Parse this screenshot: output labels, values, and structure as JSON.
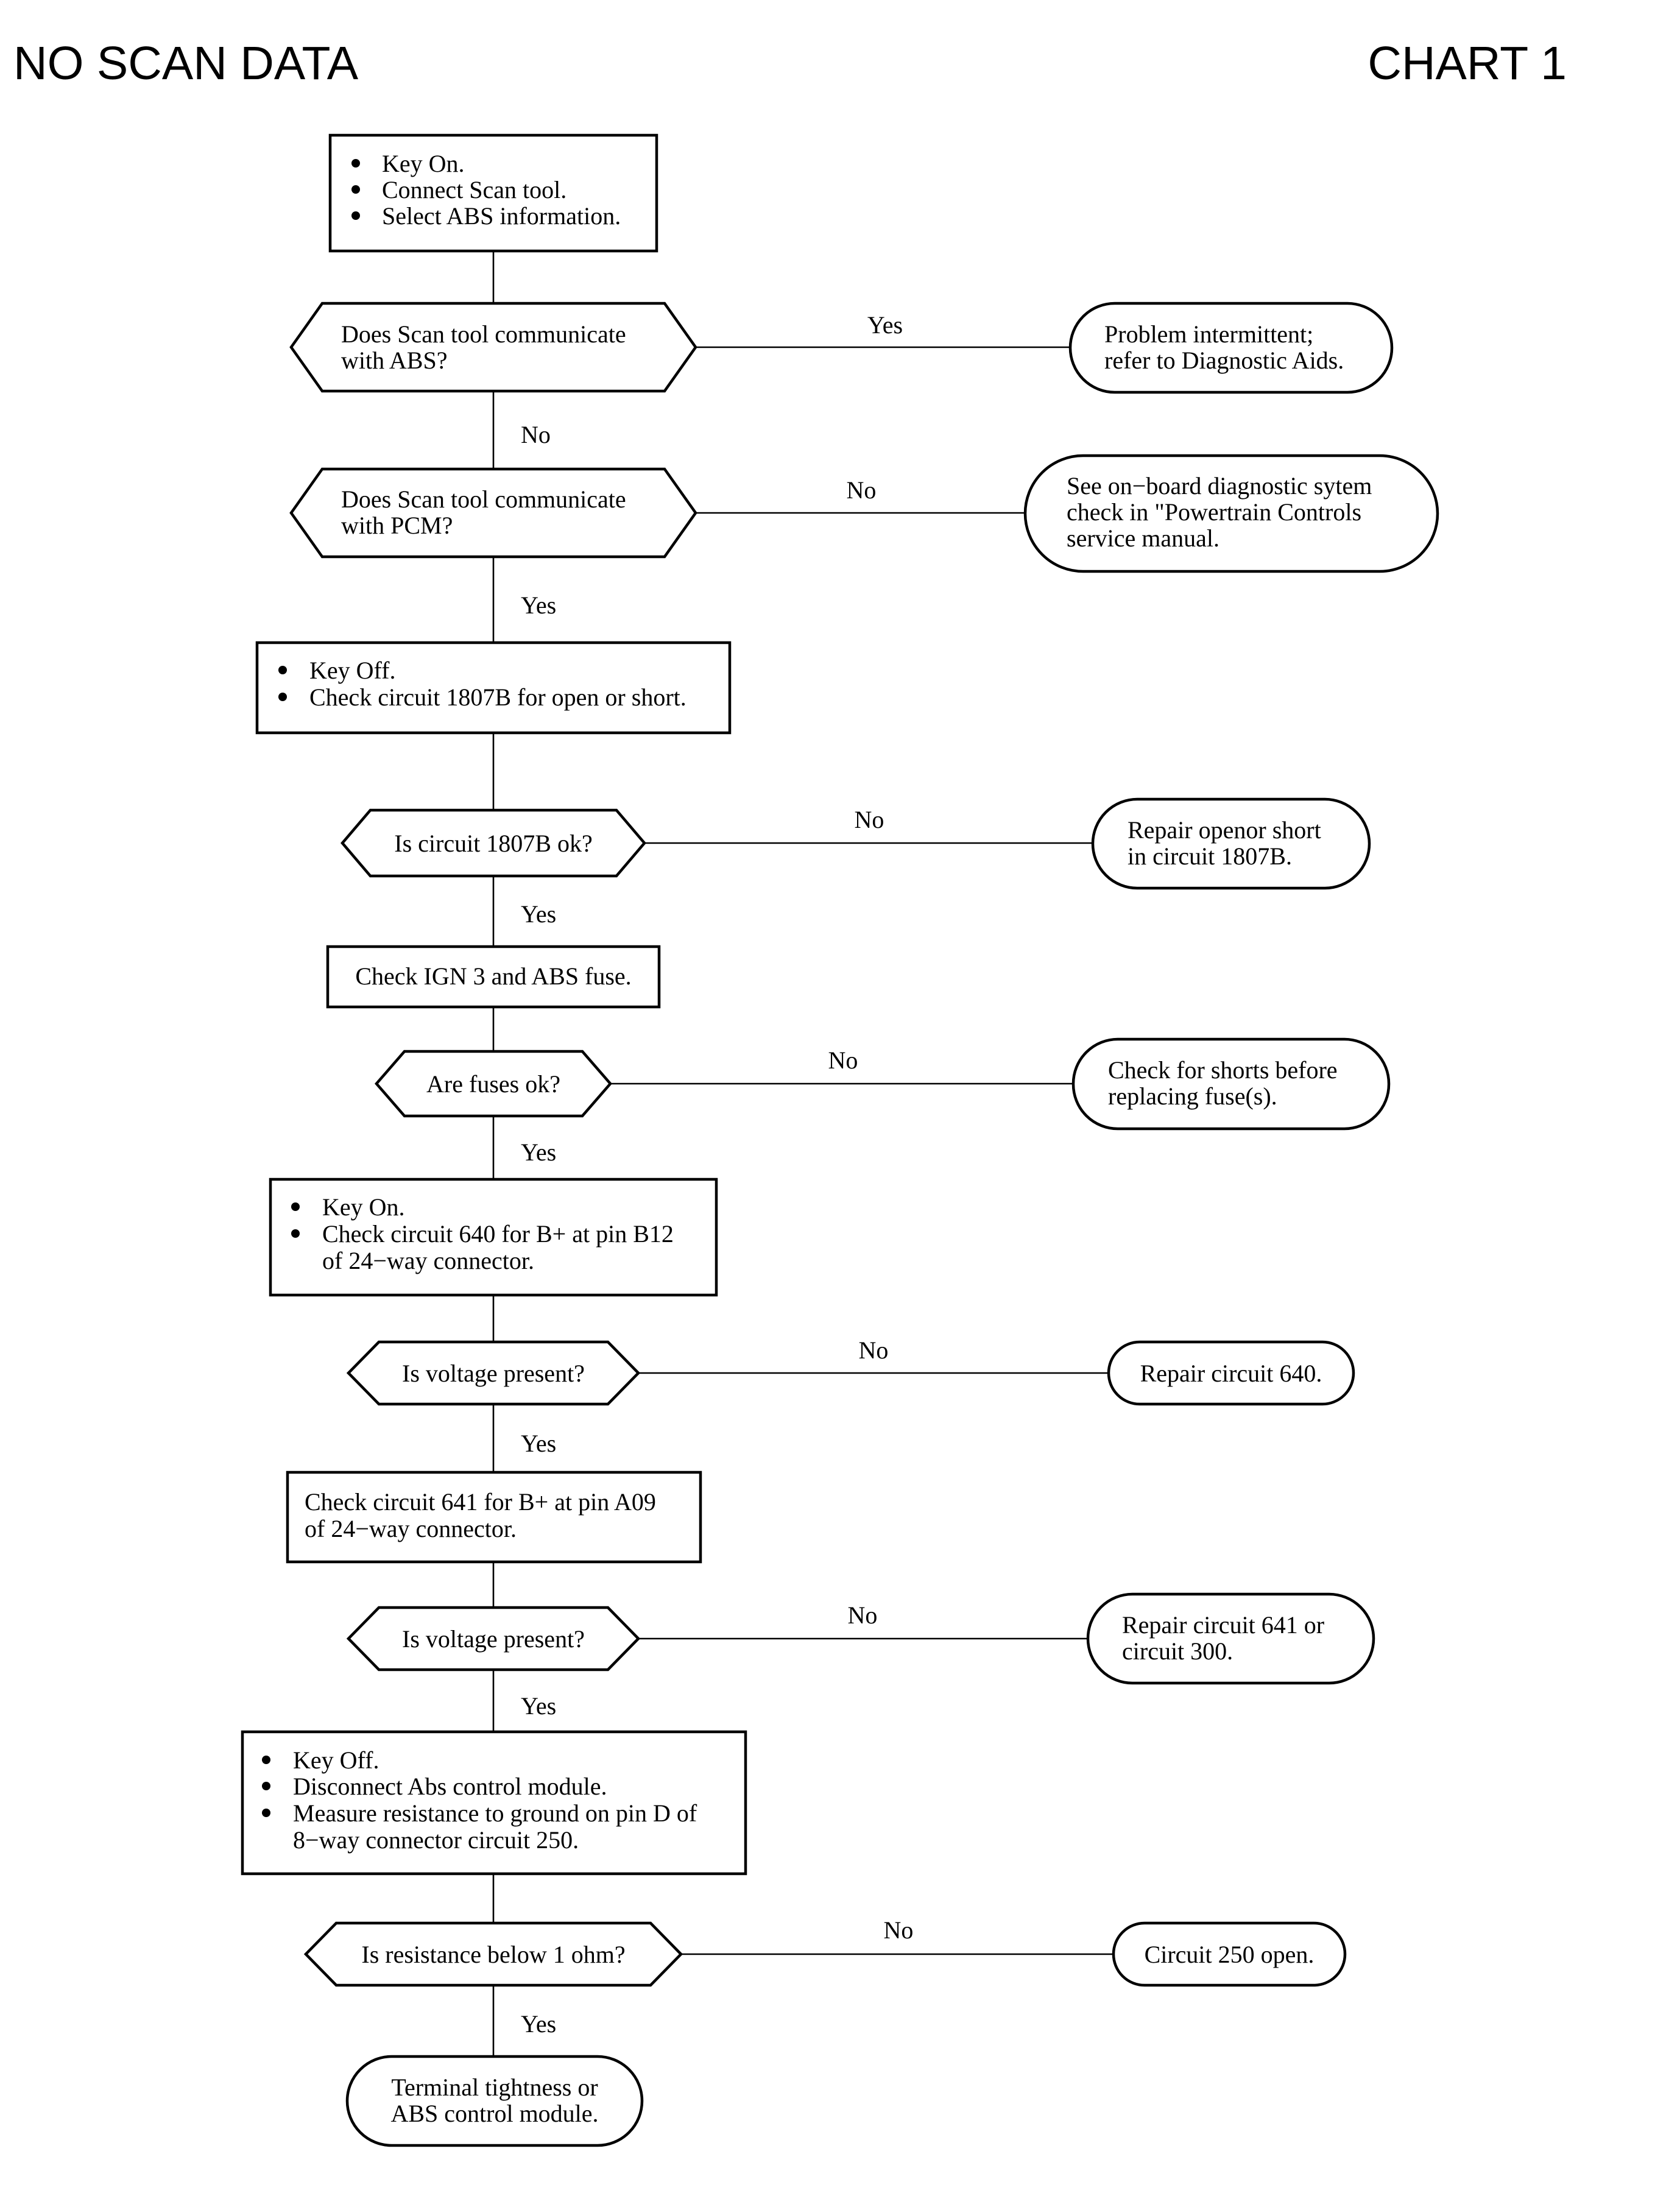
{
  "header": {
    "title": "NO SCAN DATA",
    "chart_label": "CHART 1"
  },
  "actions": {
    "a1": [
      "Key On.",
      "Connect Scan tool.",
      "Select ABS information."
    ],
    "a2": [
      "Key Off.",
      "Check circuit 1807B for open or short."
    ],
    "a3": [
      "Check IGN 3 and ABS fuse."
    ],
    "a4": [
      "Key On.",
      "Check circuit 640 for B+ at pin B12",
      "of 24−way connector."
    ],
    "a5": [
      "Check circuit 641 for B+ at pin A09",
      "of 24−way connector."
    ],
    "a6": [
      "Key Off.",
      "Disconnect Abs control module.",
      "Measure resistance to ground on pin D of",
      "8−way connector circuit 250."
    ]
  },
  "decisions": {
    "d1": [
      "Does Scan tool communicate",
      "with ABS?"
    ],
    "d2": [
      "Does Scan tool communicate",
      "with PCM?"
    ],
    "d3": [
      "Is circuit 1807B ok?"
    ],
    "d4": [
      "Are fuses ok?"
    ],
    "d5": [
      "Is voltage present?"
    ],
    "d6": [
      "Is voltage present?"
    ],
    "d7": [
      "Is resistance below 1 ohm?"
    ]
  },
  "terminals": {
    "t1": [
      "Problem intermittent;",
      "refer to Diagnostic Aids."
    ],
    "t2": [
      "See on−board diagnostic sytem",
      "check in \"Powertrain Controls",
      "service manual."
    ],
    "t3": [
      "Repair openor short",
      "in circuit 1807B."
    ],
    "t4": [
      "Check for shorts before",
      "replacing fuse(s)."
    ],
    "t5": [
      "Repair circuit 640."
    ],
    "t6": [
      "Repair circuit 641 or",
      "circuit 300."
    ],
    "t7": [
      "Circuit 250 open."
    ],
    "t8": [
      "Terminal tightness or",
      "ABS control module."
    ]
  },
  "edge_labels": {
    "d1_right": "Yes",
    "d1_down": "No",
    "d2_right": "No",
    "d2_down": "Yes",
    "d3_right": "No",
    "d3_down": "Yes",
    "d4_right": "No",
    "d4_down": "Yes",
    "d5_right": "No",
    "d5_down": "Yes",
    "d6_right": "No",
    "d6_down": "Yes",
    "d7_right": "No",
    "d7_down": "Yes"
  }
}
